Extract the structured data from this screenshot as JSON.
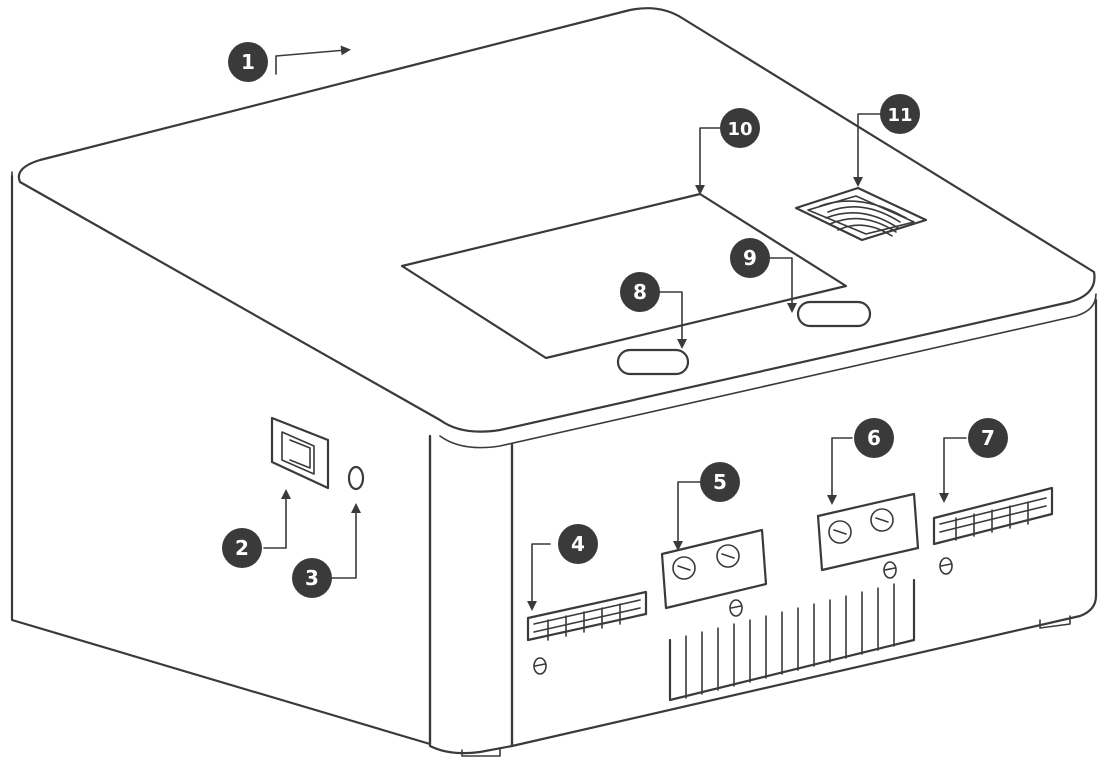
{
  "callouts": [
    {
      "id": "c1",
      "label": "1"
    },
    {
      "id": "c2",
      "label": "2"
    },
    {
      "id": "c3",
      "label": "3"
    },
    {
      "id": "c4",
      "label": "4"
    },
    {
      "id": "c5",
      "label": "5"
    },
    {
      "id": "c6",
      "label": "6"
    },
    {
      "id": "c7",
      "label": "7"
    },
    {
      "id": "c8",
      "label": "8"
    },
    {
      "id": "c9",
      "label": "9"
    },
    {
      "id": "c10",
      "label": "10"
    },
    {
      "id": "c11",
      "label": "11"
    }
  ],
  "colors": {
    "line": "#3a3a3a",
    "background": "#ffffff"
  }
}
